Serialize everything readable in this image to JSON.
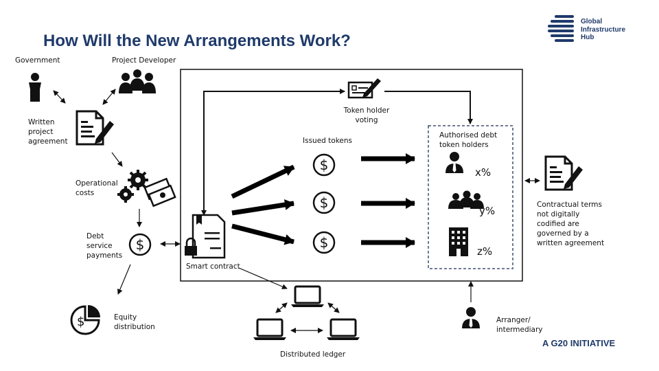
{
  "title": "How Will the New Arrangements Work?",
  "logo": {
    "line1": "Global",
    "line2": "Infrastructure",
    "line3": "Hub",
    "brand_color": "#1f3a6b"
  },
  "footer": "A G20 INITIATIVE",
  "labels": {
    "government": "Government",
    "project_developer": "Project Developer",
    "written_agreement": [
      "Written",
      "project",
      "agreement"
    ],
    "token_voting": [
      "Token holder",
      "voting"
    ],
    "issued_tokens": "Issued tokens",
    "authorised_holders": [
      "Authorised debt",
      "token holders"
    ],
    "operational_costs": [
      "Operational",
      "costs"
    ],
    "debt_service": [
      "Debt",
      "service",
      "payments"
    ],
    "smart_contract": "Smart contract",
    "contractual_terms": [
      "Contractual terms",
      "not digitally",
      "codified are",
      "governed by a",
      "written agreement"
    ],
    "equity_distribution": [
      "Equity",
      "distribution"
    ],
    "arranger": [
      "Arranger/",
      "intermediary"
    ],
    "distributed_ledger": "Distributed ledger"
  },
  "percentages": {
    "x": "x%",
    "y": "y%",
    "z": "z%"
  },
  "icons": [
    "podium-speaker-icon",
    "people-group-icon",
    "document-pen-icon",
    "ballot-pen-icon",
    "gears-icon",
    "cash-icon",
    "dollar-coin-icon",
    "smart-contract-document-icon",
    "padlock-icon",
    "laptop-icon",
    "pie-chart-dollar-icon",
    "businessman-icon",
    "building-icon"
  ]
}
